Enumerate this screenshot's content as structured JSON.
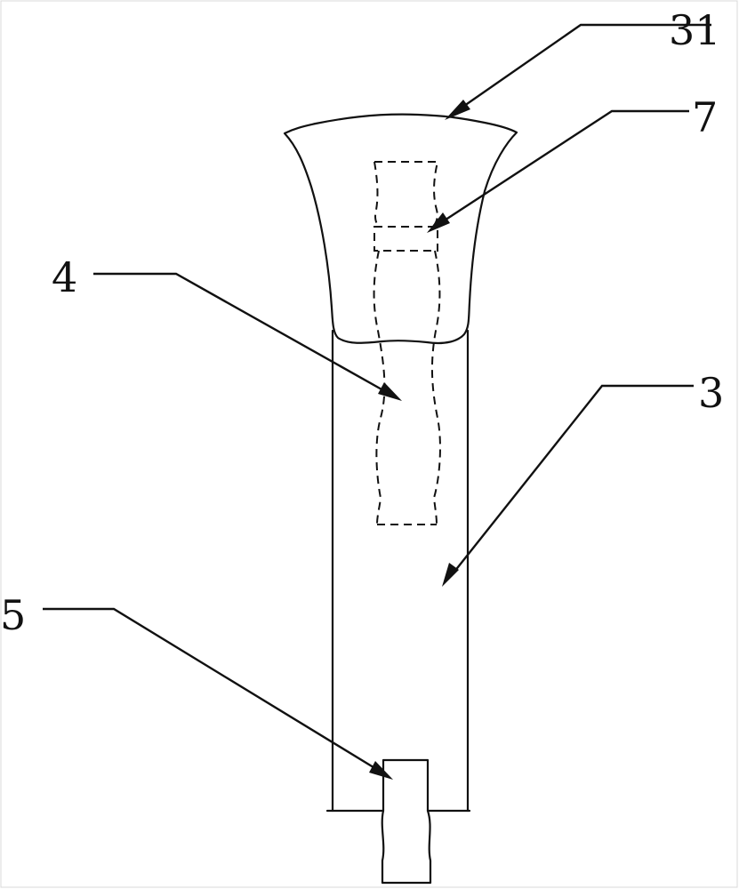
{
  "figure": {
    "labels": {
      "part_31": "31",
      "part_7": "7",
      "part_4": "4",
      "part_3": "3",
      "part_5": "5"
    },
    "line_color": "#111111",
    "background_color": "#ffffff"
  }
}
